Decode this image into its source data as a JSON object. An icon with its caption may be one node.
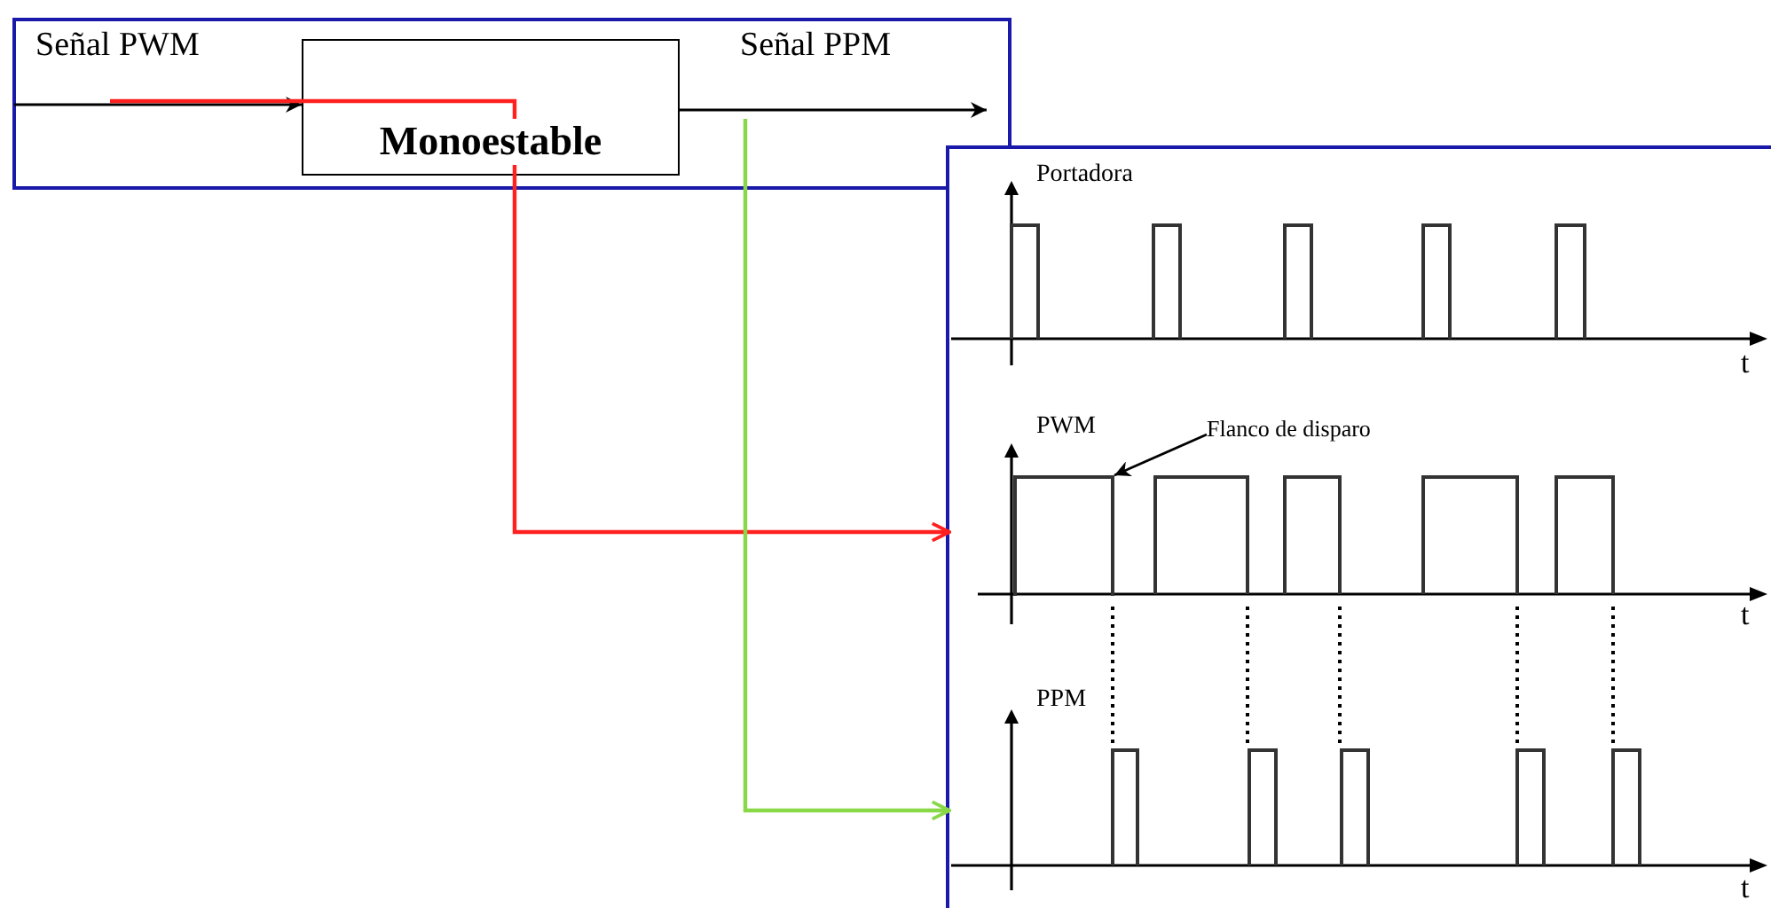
{
  "diagram": {
    "nodes": [
      {
        "text": [],
        "shape": "box"
      },
      {
        "text": [
          "Monoestable"
        ],
        "in": 0
      },
      {
        "text": [],
        "shape": "box"
      },
      {
        "text": [
          "Portadora",
          "t"
        ],
        "in": 2
      },
      {
        "text": [
          "PWM",
          "t"
        ],
        "in": 2
      },
      {
        "text": [
          "Flanco de disparo"
        ],
        "in": 4
      },
      {
        "text": [],
        "shape": "bar",
        "in": 4
      },
      {
        "text": [
          "PPM",
          "t"
        ],
        "in": 2
      }
    ],
    "edges": [
      {
        "from": null,
        "to": 1,
        "arrow": "to",
        "label": "Señal PWM"
      },
      {
        "from": 1,
        "to": null,
        "arrow": "to",
        "label": "Señal PPM"
      },
      {
        "from": null,
        "to": 4,
        "arrow": "to",
        "color": "#ff2020"
      },
      {
        "from": null,
        "to": 7,
        "arrow": "to",
        "color": "#88d848"
      },
      {
        "from": 5,
        "to": 6,
        "arrow": "to"
      }
    ]
  }
}
